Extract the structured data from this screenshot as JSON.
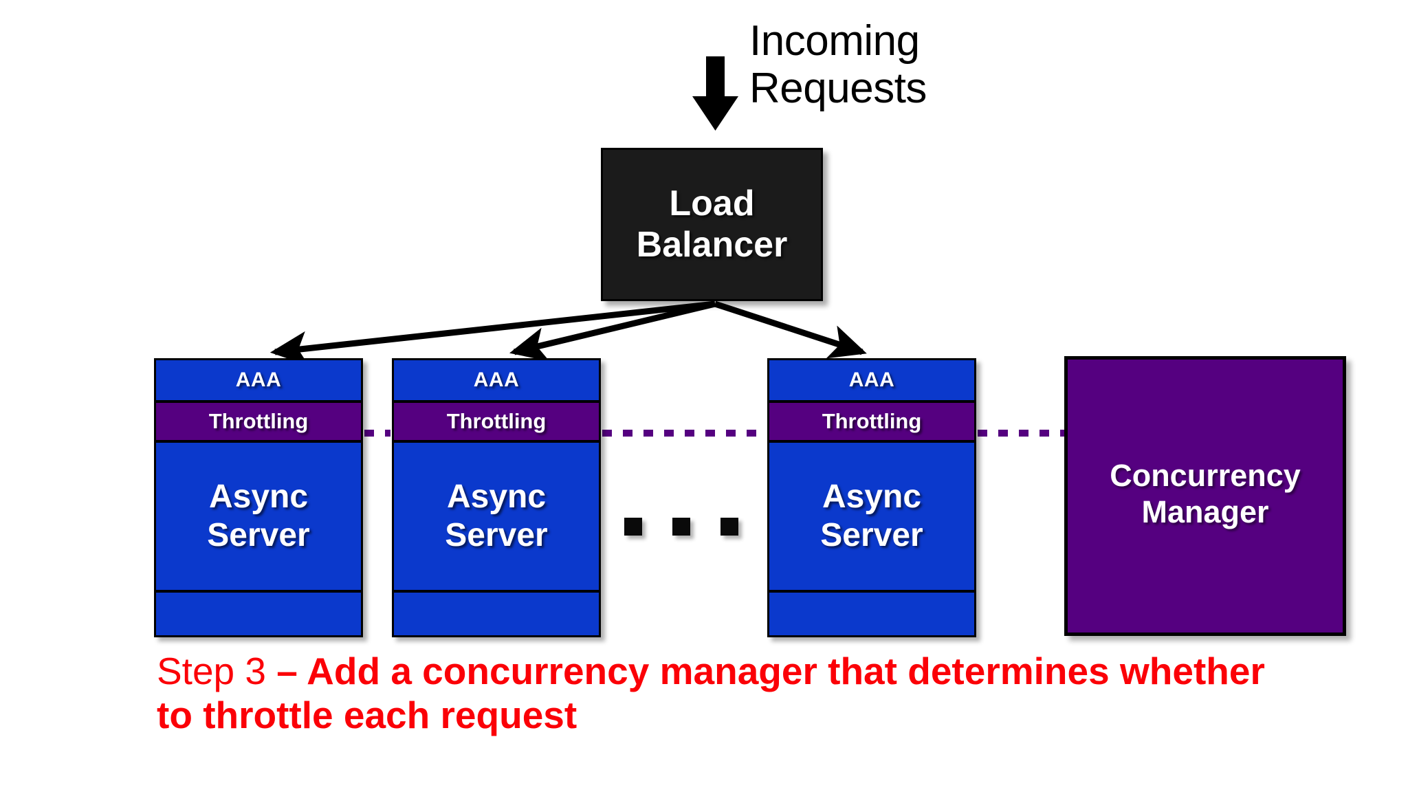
{
  "diagram": {
    "title_text": "Step 3 – Add a concurrency manager that determines whether to throttle each request",
    "incoming": {
      "label": "Incoming\nRequests",
      "arrow_icon": "down-arrow-icon"
    },
    "load_balancer": {
      "label": "Load\nBalancer",
      "color": "#1b1b1b",
      "text_color": "#ffffff"
    },
    "servers": [
      {
        "id": "server-1",
        "aaa_label": "AAA",
        "throttling_label": "Throttling",
        "name_label": "Async\nServer",
        "footer_label": ""
      },
      {
        "id": "server-2",
        "aaa_label": "AAA",
        "throttling_label": "Throttling",
        "name_label": "Async\nServer",
        "footer_label": ""
      },
      {
        "id": "server-3",
        "aaa_label": "AAA",
        "throttling_label": "Throttling",
        "name_label": "Async\nServer",
        "footer_label": ""
      }
    ],
    "ellipsis": {
      "icon": "ellipsis-squares-icon",
      "count": 3
    },
    "concurrency_manager": {
      "label": "Concurrency\nManager",
      "color": "#550080",
      "text_color": "#ffffff"
    },
    "connector": {
      "style": "dotted",
      "color": "#550080",
      "description": "dotted link from Throttling bands to Concurrency Manager"
    },
    "caption": {
      "lead": "Step 3 ",
      "bold": "– Add a concurrency manager that determines whether to throttle each request",
      "color": "#fb0007"
    },
    "colors": {
      "server_blue": "#0b39cc",
      "throttle_purple": "#550080",
      "manager_purple": "#550080",
      "load_balancer_black": "#1b1b1b",
      "caption_red": "#fb0007",
      "outline_black": "#000000",
      "background": "#ffffff"
    }
  }
}
